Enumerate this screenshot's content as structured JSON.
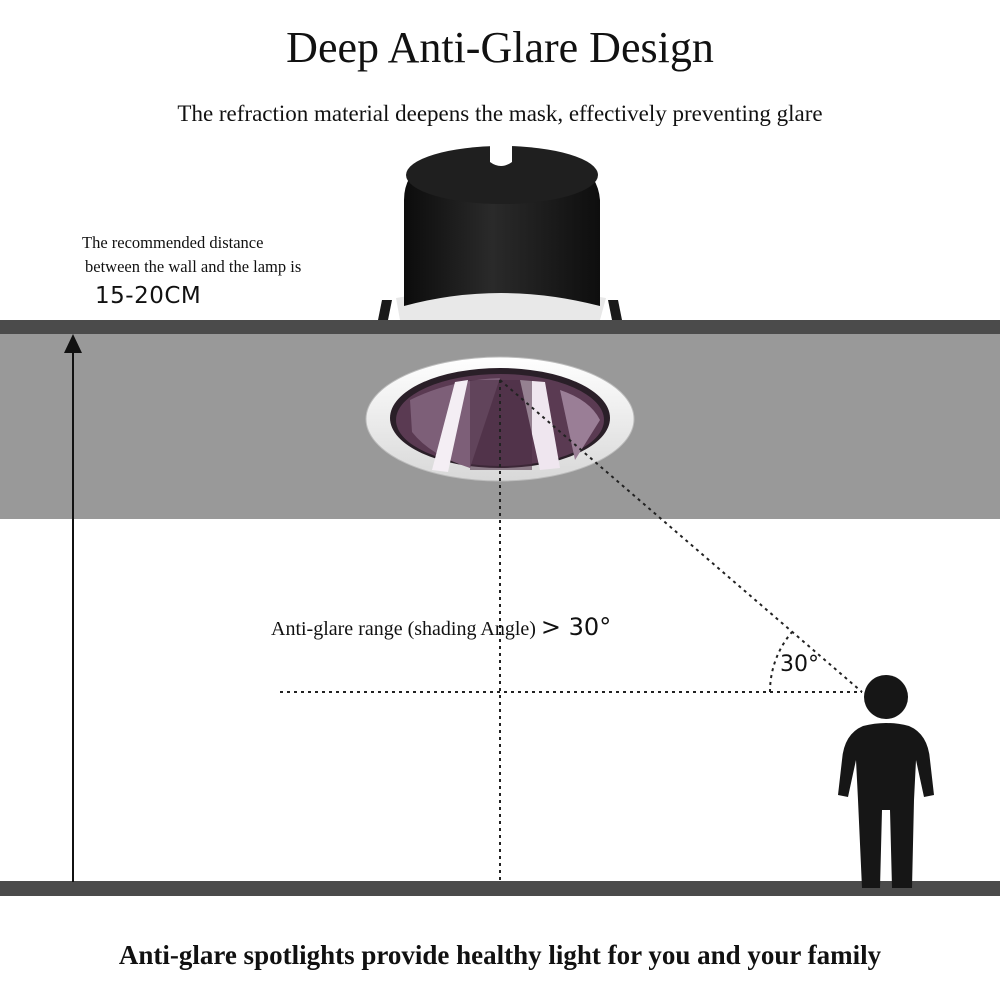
{
  "header": {
    "title": "Deep Anti-Glare Design",
    "subtitle": "The refraction material deepens the mask, effectively preventing glare"
  },
  "distance_note": {
    "line1": "The recommended distance",
    "line2": "between the wall and the lamp is",
    "value": "15-20CM"
  },
  "range_note": {
    "label": "Anti-glare range (shading Angle)",
    "value": "> 30°"
  },
  "angle_marker": "30°",
  "footer": {
    "caption": "Anti-glare spotlights provide healthy light for you and your family"
  },
  "colors": {
    "ceiling": "#999999",
    "ceiling_edge": "#4b4b4b",
    "lamp_body": "#161616",
    "reflector": "#5a3a52",
    "person": "#161616"
  },
  "icons": [
    "spotlight-icon",
    "person-icon",
    "vertical-arrow-icon"
  ]
}
